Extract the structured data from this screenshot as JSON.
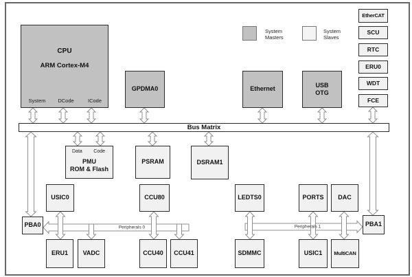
{
  "legend": {
    "masters": "System Masters",
    "slaves": "System Slaves"
  },
  "bus_matrix": {
    "label": "Bus Matrix"
  },
  "cpu": {
    "title": "CPU",
    "subtitle": "ARM Cortex-M4",
    "ports": {
      "system": "System",
      "dcode": "DCode",
      "icode": "ICode"
    }
  },
  "master_blocks": {
    "gpdma0": "GPDMA0",
    "ethernet": "Ethernet",
    "usb_line1": "USB",
    "usb_line2": "OTG"
  },
  "system_peripherals": {
    "ethercat": "EtherCAT",
    "scu": "SCU",
    "rtc": "RTC",
    "eru0": "ERU0",
    "wdt": "WDT",
    "fce": "FCE"
  },
  "memories": {
    "pmu_port_data": "Data",
    "pmu_port_code": "Code",
    "pmu_line1": "PMU",
    "pmu_line2": "ROM & Flash",
    "psram": "PSRAM",
    "dsram1": "DSRAM1"
  },
  "peripheral_bus0": {
    "label": "Peripherals 0",
    "bridge": "PBA0",
    "usic0": "USIC0",
    "ccu80": "CCU80",
    "eru1": "ERU1",
    "vadc": "VADC",
    "ccu40": "CCU40",
    "ccu41": "CCU41"
  },
  "peripheral_bus1": {
    "label": "Peripherals 1",
    "bridge": "PBA1",
    "ledts0": "LEDTS0",
    "ports": "PORTS",
    "dac": "DAC",
    "sdmmc": "SDMMC",
    "usic1": "USIC1",
    "multican": "MultiCAN"
  },
  "colors": {
    "master_fill": "#c1c1c1",
    "slave_fill": "#f1f1f1",
    "block_border": "#2b2b2b",
    "arrow_stroke": "#8f8f8f"
  }
}
